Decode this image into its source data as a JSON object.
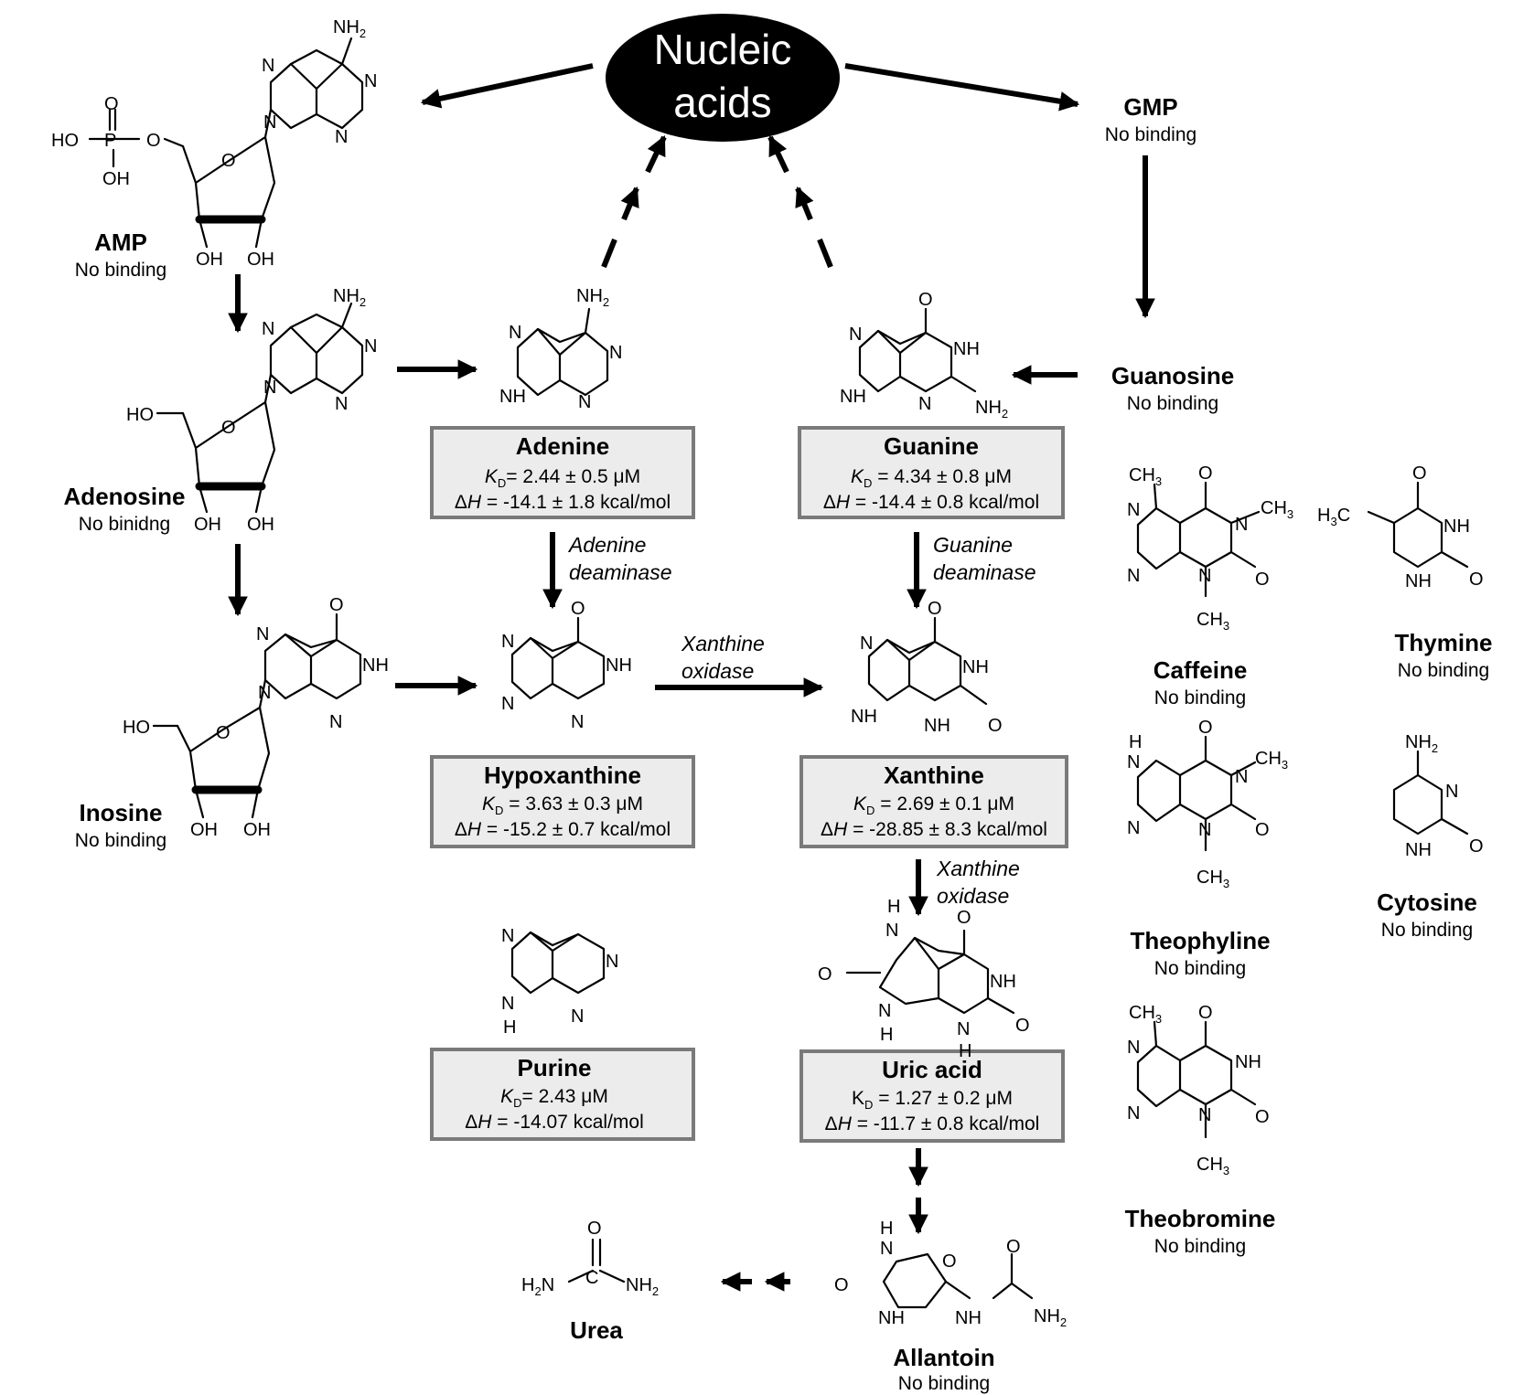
{
  "hub": {
    "line1": "Nucleic",
    "line2": "acids"
  },
  "compounds": {
    "amp": {
      "name": "AMP",
      "status": "No binding"
    },
    "gmp": {
      "name": "GMP",
      "status": "No binding"
    },
    "adenosine": {
      "name": "Adenosine",
      "status": "No binidng"
    },
    "guanosine": {
      "name": "Guanosine",
      "status": "No binding"
    },
    "inosine": {
      "name": "Inosine",
      "status": "No binding"
    },
    "caffeine": {
      "name": "Caffeine",
      "status": "No binding"
    },
    "thymine": {
      "name": "Thymine",
      "status": "No binding"
    },
    "theophyline": {
      "name": "Theophyline",
      "status": "No binding"
    },
    "cytosine": {
      "name": "Cytosine",
      "status": "No binding"
    },
    "theobromine": {
      "name": "Theobromine",
      "status": "No binding"
    },
    "allantoin": {
      "name": "Allantoin",
      "status": "No binding"
    },
    "urea": {
      "name": "Urea"
    }
  },
  "boxes": {
    "adenine": {
      "name": "Adenine",
      "kd": "= 2.44 ± 0.5 μM",
      "dh": " = -14.1 ± 1.8 kcal/mol"
    },
    "guanine": {
      "name": "Guanine",
      "kd": " = 4.34 ± 0.8 μM",
      "dh": " = -14.4 ± 0.8 kcal/mol"
    },
    "hypoxanthine": {
      "name": "Hypoxanthine",
      "kd": " = 3.63 ± 0.3 μM",
      "dh": " = -15.2 ± 0.7 kcal/mol"
    },
    "xanthine": {
      "name": "Xanthine",
      "kd": " = 2.69 ± 0.1 μM",
      "dh": " = -28.85 ± 8.3 kcal/mol"
    },
    "purine": {
      "name": "Purine",
      "kd": "= 2.43 μM",
      "dh": " = -14.07 kcal/mol"
    },
    "uric_acid": {
      "name": "Uric acid",
      "kd": " = 1.27 ± 0.2 μM",
      "dh": " = -11.7 ± 0.8 kcal/mol"
    }
  },
  "symbols": {
    "kd": "K",
    "kd_sub": "D",
    "dh_delta": "Δ",
    "dh_h": "H"
  },
  "enzymes": {
    "adenine_deaminase": [
      "Adenine",
      "deaminase"
    ],
    "guanine_deaminase": [
      "Guanine",
      "deaminase"
    ],
    "xanthine_oxidase_1": [
      "Xanthine",
      "oxidase"
    ],
    "xanthine_oxidase_2": [
      "Xanthine",
      "oxidase"
    ]
  }
}
